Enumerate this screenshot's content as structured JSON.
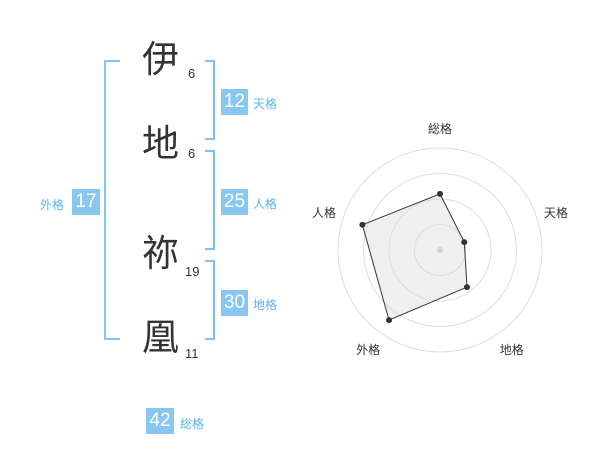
{
  "name_chars": [
    {
      "char": "伊",
      "strokes": "6"
    },
    {
      "char": "地",
      "strokes": "6"
    },
    {
      "char": "祢",
      "strokes": "19"
    },
    {
      "char": "凰",
      "strokes": "11"
    }
  ],
  "kaku": {
    "tenkaku": {
      "value": "12",
      "label": "天格"
    },
    "jinkaku": {
      "value": "25",
      "label": "人格"
    },
    "chikaku": {
      "value": "30",
      "label": "地格"
    },
    "gaikaku": {
      "value": "17",
      "label": "外格"
    },
    "soukaku": {
      "value": "42",
      "label": "総格"
    }
  },
  "colors": {
    "accent": "#88c8f0",
    "accent_text": "#5ab4e8",
    "bracket": "#7fc4ee"
  },
  "chart_data": {
    "type": "radar",
    "axes": [
      "総格",
      "天格",
      "地格",
      "外格",
      "人格"
    ],
    "rings": 4,
    "values": [
      0.55,
      0.25,
      0.45,
      0.85,
      0.8
    ],
    "max": 1
  }
}
